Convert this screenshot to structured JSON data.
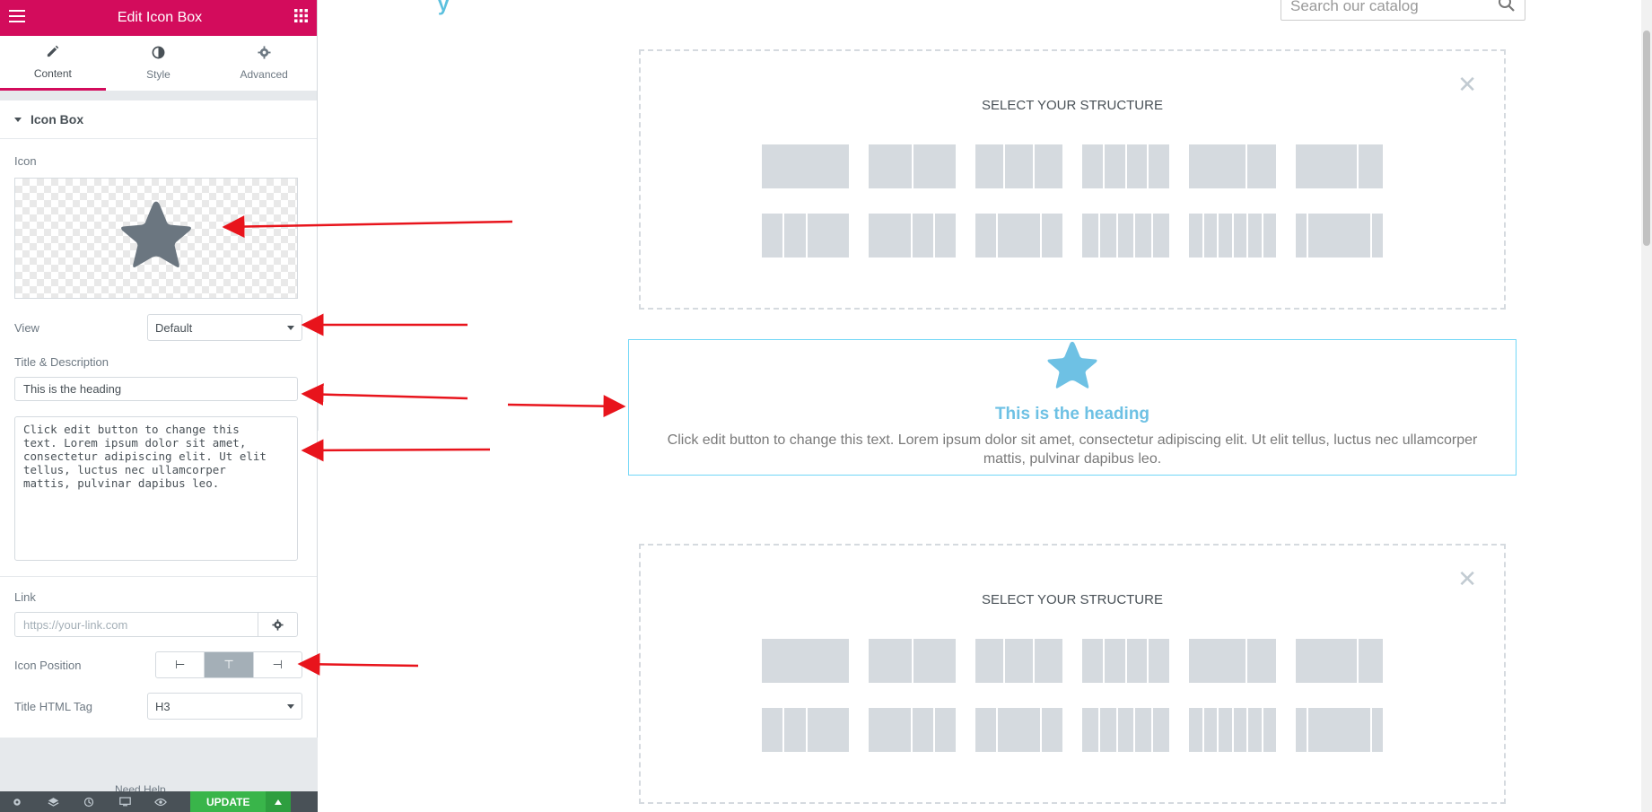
{
  "panel": {
    "title": "Edit Icon Box",
    "tabs": [
      {
        "label": "Content",
        "icon": "pencil-icon",
        "active": true
      },
      {
        "label": "Style",
        "icon": "half-circle-icon",
        "active": false
      },
      {
        "label": "Advanced",
        "icon": "gear-icon",
        "active": false
      }
    ],
    "section_title": "Icon Box",
    "icon_label": "Icon",
    "view_label": "View",
    "view_value": "Default",
    "title_desc_label": "Title & Description",
    "title_value": "This is the heading",
    "description_value": "Click edit button to change this\ntext. Lorem ipsum dolor sit amet,\nconsectetur adipiscing elit. Ut elit\ntellus, luctus nec ullamcorper\nmattis, pulvinar dapibus leo.",
    "link_label": "Link",
    "link_placeholder": "https://your-link.com",
    "icon_position_label": "Icon Position",
    "icon_position_options": [
      "⊢",
      "⊤",
      "⊣"
    ],
    "title_tag_label": "Title HTML Tag",
    "title_tag_value": "H3",
    "need_help": "Need Help",
    "update_label": "UPDATE"
  },
  "canvas": {
    "logo_fragment": "y",
    "search_placeholder": "Search our catalog",
    "structure_title_1": "SELECT YOUR STRUCTURE",
    "structure_title_2": "SELECT YOUR STRUCTURE",
    "iconbox": {
      "heading": "This is the heading",
      "description": "Click edit button to change this text. Lorem ipsum dolor sit amet, consectetur adipiscing elit. Ut elit tellus, luctus nec ullamcorper mattis, pulvinar dapibus leo."
    }
  },
  "colors": {
    "brand": "#d30c5c",
    "update": "#39b54a",
    "heading_blue": "#6ec1e4",
    "arrow_red": "#e8141c",
    "star_gray": "#6b7680"
  }
}
